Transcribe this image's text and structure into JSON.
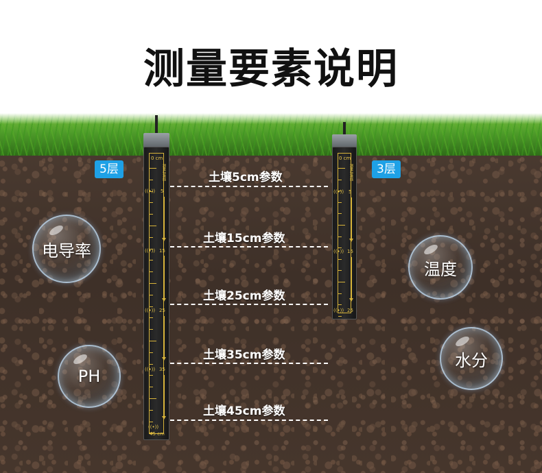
{
  "title": "测量要素说明",
  "badges": {
    "left": "5层",
    "right": "3层"
  },
  "depths": [
    "土壤5cm参数",
    "土壤15cm参数",
    "土壤25cm参数",
    "土壤35cm参数",
    "土壤45cm参数"
  ],
  "parameters": {
    "conductivity": "电导率",
    "ph": "PH",
    "temperature": "温度",
    "moisture": "水分"
  },
  "probe5": {
    "top": "0 cm",
    "bottom": "45 cm",
    "marks": [
      "5",
      "15",
      "25",
      "35"
    ],
    "vertical_text": "测量标准线"
  },
  "probe3": {
    "top": "0 cm",
    "marks": [
      "5",
      "15",
      "25"
    ],
    "vertical_text": "测量标准线"
  },
  "colors": {
    "badge": "#1ea1e6",
    "scale": "#d8b43a",
    "soil": "#3e3028",
    "grass": "#4f9d2a"
  }
}
